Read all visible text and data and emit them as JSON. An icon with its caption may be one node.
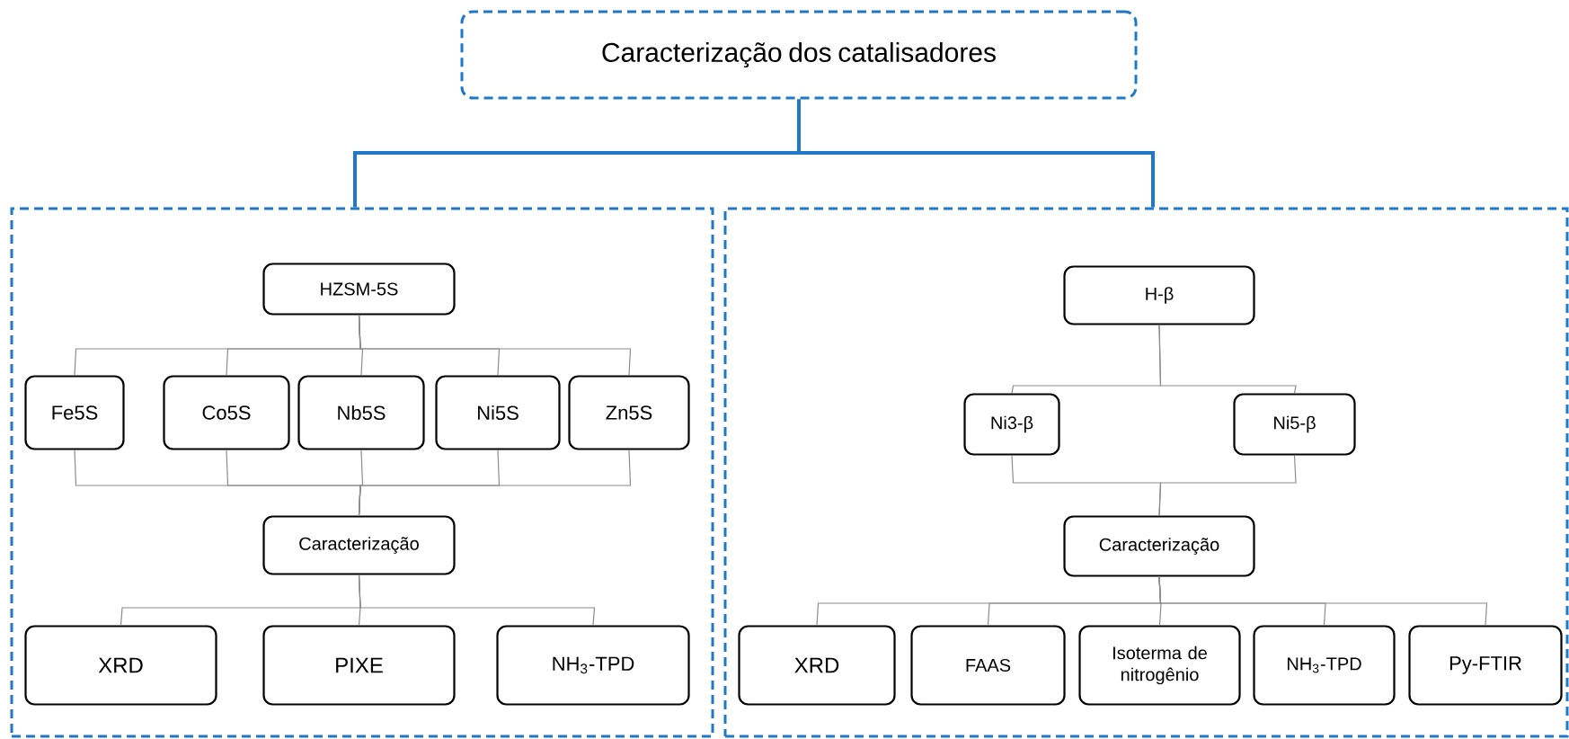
{
  "diagram": {
    "nodes": [
      {
        "text": [
          "Caracterização dos catalisadores"
        ]
      },
      {
        "text": [],
        "shape": "box"
      },
      {
        "text": [
          "HZSM-5S"
        ],
        "in": 1
      },
      {
        "text": [
          "Fe5S"
        ],
        "in": 1
      },
      {
        "text": [
          "Co5S"
        ],
        "in": 1
      },
      {
        "text": [
          "Nb5S"
        ],
        "in": 1
      },
      {
        "text": [
          "Ni5S"
        ],
        "in": 1
      },
      {
        "text": [
          "Zn5S"
        ],
        "in": 1
      },
      {
        "text": [
          "Caracterização"
        ],
        "in": 1
      },
      {
        "text": [
          "XRD"
        ],
        "in": 1
      },
      {
        "text": [
          "PIXE"
        ],
        "in": 1
      },
      {
        "text": [
          "NH$_{3}$-TPD"
        ],
        "in": 1
      },
      {
        "text": [],
        "shape": "box"
      },
      {
        "text": [
          "H-β"
        ],
        "in": 12
      },
      {
        "text": [
          "Ni3-β"
        ],
        "in": 12
      },
      {
        "text": [
          "Ni5-β"
        ],
        "in": 12
      },
      {
        "text": [
          "Caracterização"
        ],
        "in": 12
      },
      {
        "text": [
          "XRD"
        ],
        "in": 12
      },
      {
        "text": [
          "FAAS"
        ],
        "in": 12
      },
      {
        "text": [
          "Isoterma de nitrogênio"
        ],
        "in": 12
      },
      {
        "text": [
          "NH$_{3}$-TPD"
        ],
        "in": 12
      },
      {
        "text": [
          "Py-FTIR"
        ],
        "in": 12
      }
    ],
    "edges": [
      {
        "from": 0,
        "to": 1,
        "arrow": "none",
        "style": "thick",
        "color": "#1f78c8"
      },
      {
        "from": 0,
        "to": 12,
        "arrow": "none",
        "style": "thick",
        "color": "#1f78c8"
      },
      {
        "from": 2,
        "to": 3,
        "arrow": "none"
      },
      {
        "from": 2,
        "to": 4,
        "arrow": "none"
      },
      {
        "from": 2,
        "to": 5,
        "arrow": "none"
      },
      {
        "from": 2,
        "to": 6,
        "arrow": "none"
      },
      {
        "from": 2,
        "to": 7,
        "arrow": "none"
      },
      {
        "from": 3,
        "to": 8,
        "arrow": "none"
      },
      {
        "from": 4,
        "to": 8,
        "arrow": "none"
      },
      {
        "from": 5,
        "to": 8,
        "arrow": "none"
      },
      {
        "from": 6,
        "to": 8,
        "arrow": "none"
      },
      {
        "from": 7,
        "to": 8,
        "arrow": "none"
      },
      {
        "from": 8,
        "to": 9,
        "arrow": "none"
      },
      {
        "from": 8,
        "to": 10,
        "arrow": "none"
      },
      {
        "from": 8,
        "to": 11,
        "arrow": "none"
      },
      {
        "from": 13,
        "to": 14,
        "arrow": "none"
      },
      {
        "from": 13,
        "to": 15,
        "arrow": "none"
      },
      {
        "from": 14,
        "to": 16,
        "arrow": "none"
      },
      {
        "from": 15,
        "to": 16,
        "arrow": "none"
      },
      {
        "from": 16,
        "to": 17,
        "arrow": "none"
      },
      {
        "from": 16,
        "to": 18,
        "arrow": "none"
      },
      {
        "from": 16,
        "to": 19,
        "arrow": "none"
      },
      {
        "from": 16,
        "to": 20,
        "arrow": "none"
      },
      {
        "from": 16,
        "to": 21,
        "arrow": "none"
      }
    ]
  }
}
